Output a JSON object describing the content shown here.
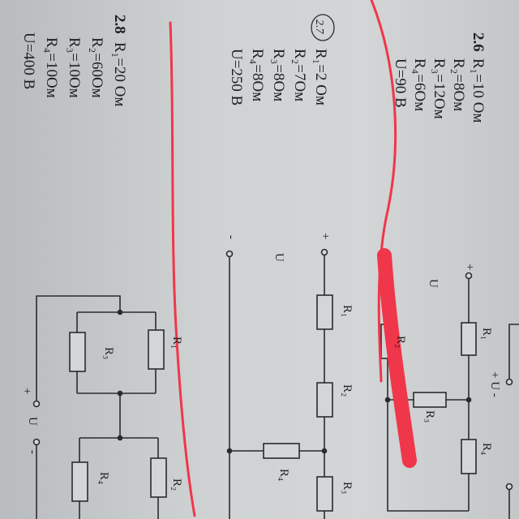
{
  "problems": [
    {
      "number": "2.8",
      "lines": [
        "R₁=20 Ом",
        "R₂=60Ом",
        "R₃=10Ом",
        "R₄=10Ом",
        "U=400 B"
      ],
      "circuit": {
        "resistors": [
          "R₁",
          "R₂",
          "R₃",
          "R₄"
        ],
        "voltage": "U",
        "plus": "+",
        "minus": "-"
      }
    },
    {
      "number": "2.7",
      "lines": [
        "R₁=2 Ом",
        "R₂=7Ом",
        "R₃=8Ом",
        "R₄=8Ом",
        "U=250 B"
      ],
      "circuit": {
        "resistors": [
          "R₁",
          "R₂",
          "R₃",
          "R₄"
        ],
        "voltage": "U",
        "plus": "+",
        "minus": "-"
      }
    },
    {
      "number": "2.6",
      "lines": [
        "R₁=10 Ом",
        "R₂=8Ом",
        "R₃=12Ом",
        "R₄=6Ом",
        "U=90 B"
      ],
      "circuit": {
        "resistors": [
          "R₁",
          "R₂",
          "R₃",
          "R₄"
        ],
        "voltage": "U",
        "plus": "+",
        "minus": "-",
        "side_label": "+ U -"
      }
    }
  ],
  "colors": {
    "paper": "#cfd2d3",
    "ink": "#1e1f22",
    "marker": "#f0364a"
  }
}
